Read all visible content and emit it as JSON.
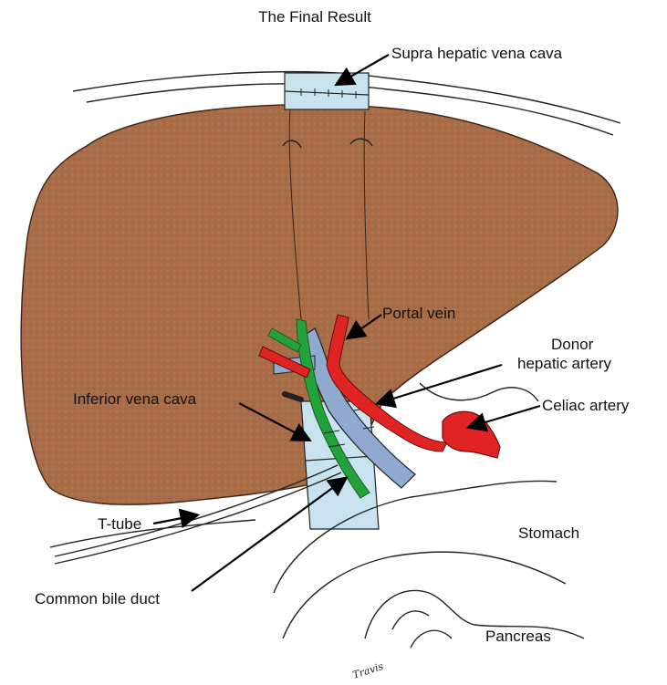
{
  "title": "The Final Result",
  "labels": {
    "supra_hepatic_vena_cava": "Supra hepatic vena cava",
    "portal_vein": "Portal vein",
    "donor_hepatic_artery_line1": "Donor",
    "donor_hepatic_artery_line2": "hepatic artery",
    "celiac_artery": "Celiac artery",
    "inferior_vena_cava": "Inferior vena cava",
    "t_tube": "T-tube",
    "stomach": "Stomach",
    "common_bile_duct": "Common bile duct",
    "pancreas": "Pancreas"
  },
  "signature": "Travis",
  "colors": {
    "liver": "#a86c47",
    "vena_cava": "#c9e2ef",
    "portal_vein": "#8fa9cf",
    "bile_duct": "#23a13a",
    "artery": "#e02424",
    "outline": "#222222"
  }
}
